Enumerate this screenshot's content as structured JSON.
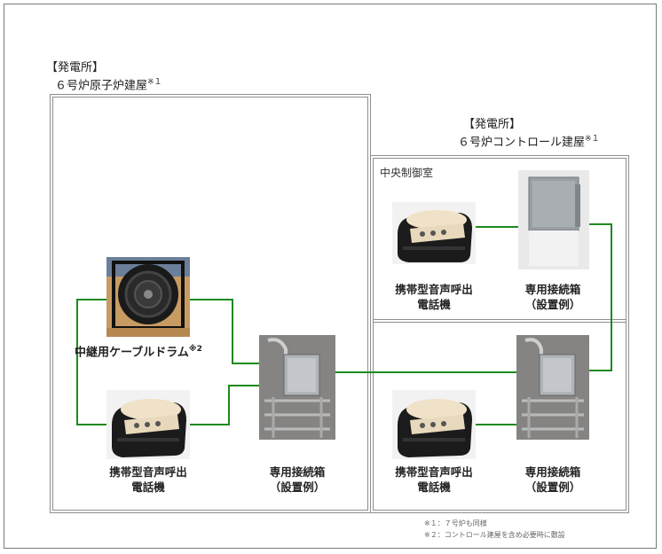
{
  "colors": {
    "wire": "#1e8a1e",
    "frame": "#8e8e8e"
  },
  "left_building": {
    "bracket_label": "【発電所】",
    "name": "６号炉原子炉建屋",
    "note_mark": "※１"
  },
  "right_building": {
    "bracket_label": "【発電所】",
    "name": "６号炉コントロール建屋",
    "note_mark": "※１",
    "room": "中央制御室"
  },
  "devices": {
    "phone": {
      "label_line1": "携帯型音声呼出",
      "label_line2": "電話機",
      "icon": "portable-phone-photo"
    },
    "drum": {
      "label": "中継用ケーブルドラム",
      "note_mark": "※2",
      "icon": "cable-drum-photo"
    },
    "box_mounted": {
      "label_line1": "専用接続箱",
      "label_line2": "（設置例）",
      "icon": "wall-box-photo"
    },
    "box_ceiling": {
      "label_line1": "専用接続箱",
      "label_line2": "（設置例）",
      "icon": "wall-box-photo"
    }
  },
  "notes": [
    "※１：７号炉も同様",
    "※２：コントロール建屋を含め必要時に敷設"
  ]
}
